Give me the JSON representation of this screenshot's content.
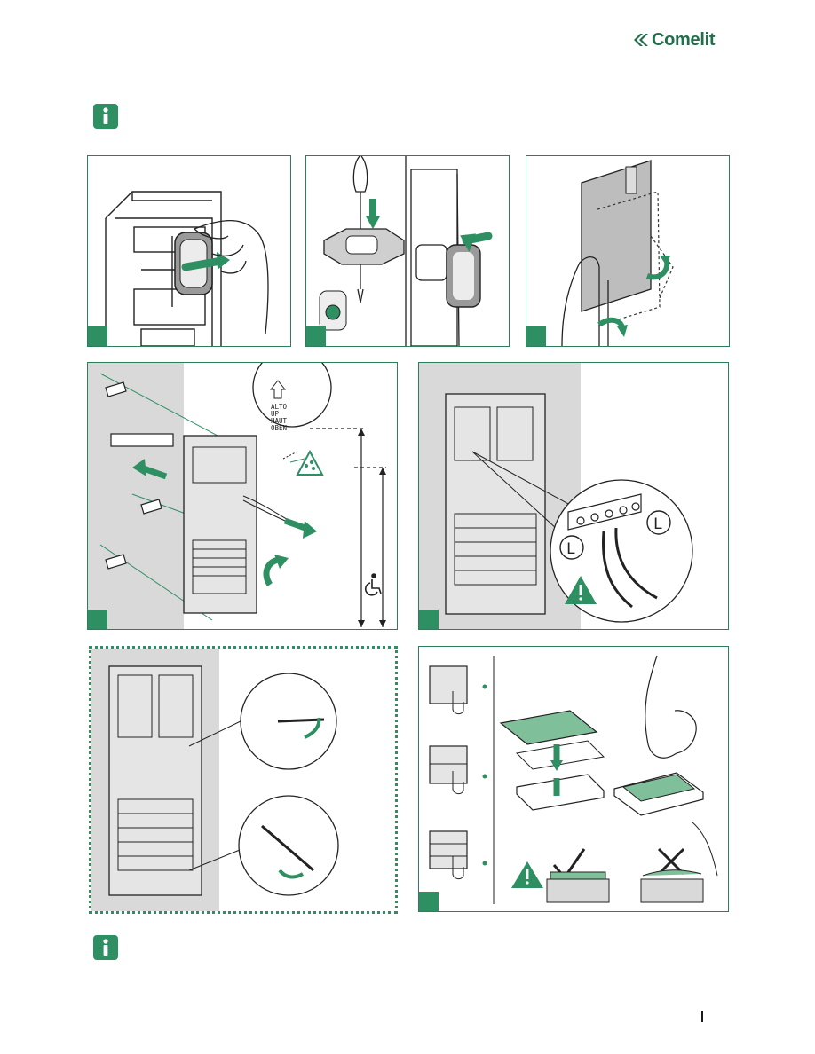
{
  "header": {
    "brand": "Comelit"
  },
  "notes": {
    "top_info_icon": "info-icon",
    "bottom_info_icon": "info-icon"
  },
  "panels": {
    "step5": {
      "labels": [
        "ALTO",
        "UP",
        "HAUT",
        "OBEN"
      ]
    },
    "step6": {
      "terminal_labels": [
        "L",
        "L"
      ]
    }
  },
  "colors": {
    "accent": "#2e8f63",
    "border": "#2e7d5b",
    "shade": "#d9d9d9"
  }
}
